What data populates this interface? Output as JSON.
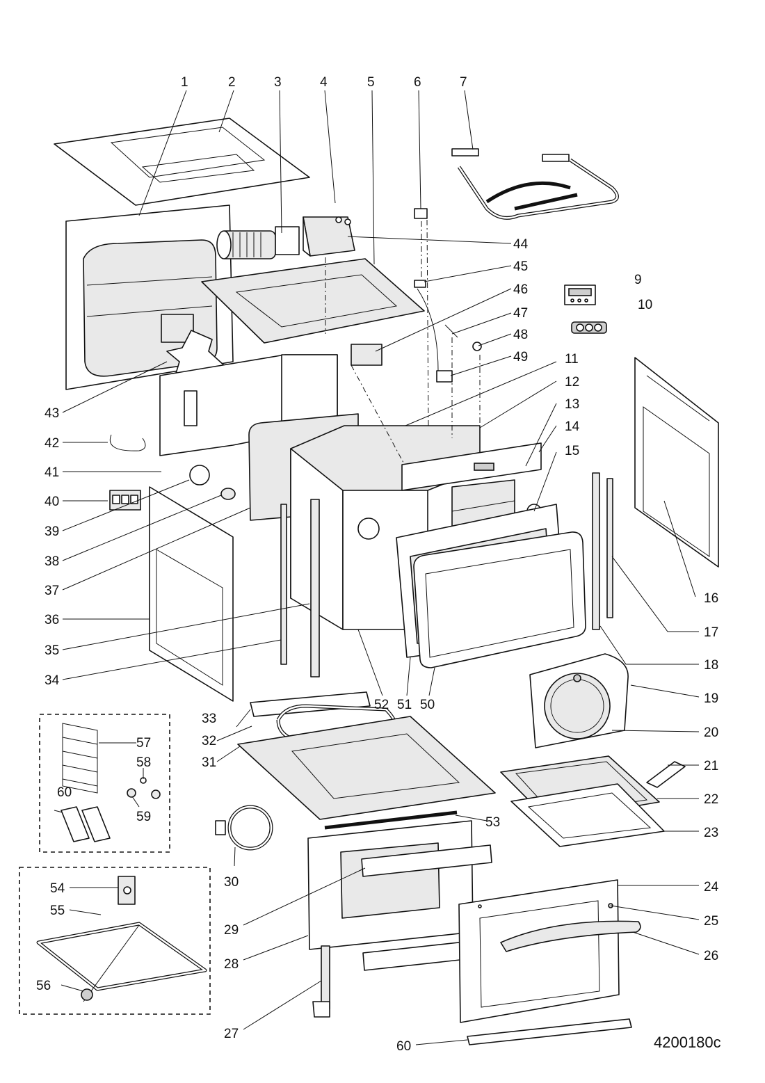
{
  "diagram": {
    "drawing_code": "4200180c",
    "callouts": [
      "1",
      "2",
      "3",
      "4",
      "5",
      "6",
      "7",
      "9",
      "10",
      "11",
      "12",
      "13",
      "14",
      "15",
      "16",
      "17",
      "18",
      "19",
      "20",
      "21",
      "22",
      "23",
      "24",
      "25",
      "26",
      "27",
      "28",
      "29",
      "30",
      "31",
      "32",
      "33",
      "34",
      "35",
      "36",
      "37",
      "38",
      "39",
      "40",
      "41",
      "42",
      "43",
      "44",
      "45",
      "46",
      "47",
      "48",
      "49",
      "50",
      "51",
      "52",
      "53",
      "54",
      "55",
      "56",
      "57",
      "58",
      "59",
      "60"
    ]
  }
}
